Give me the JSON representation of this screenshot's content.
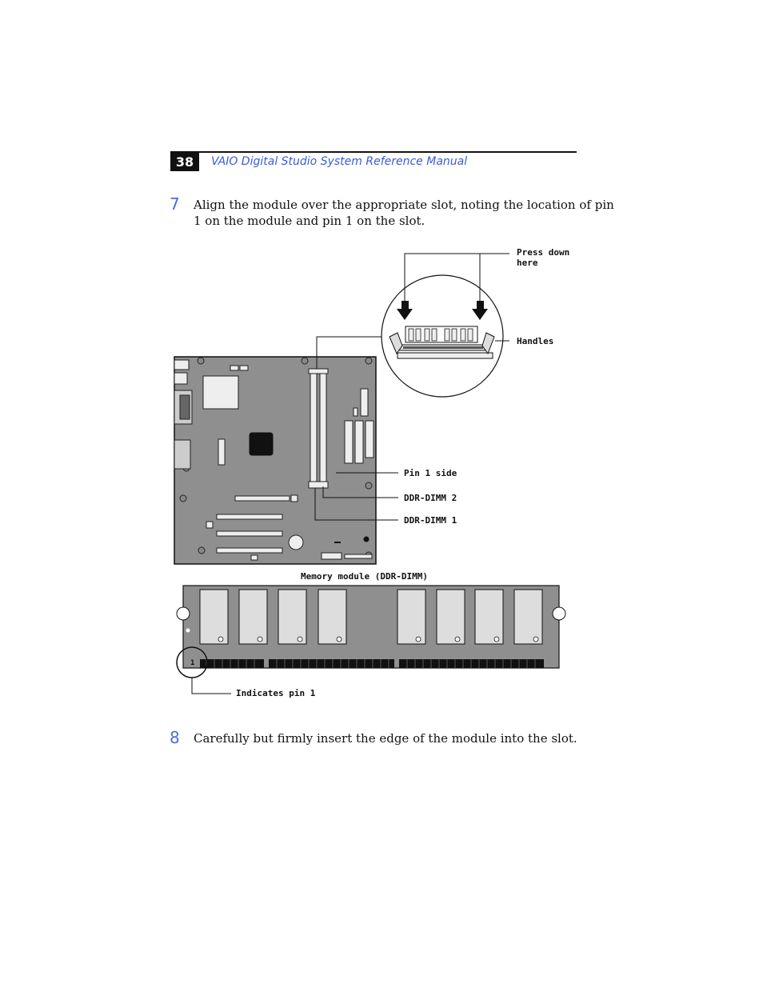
{
  "header": {
    "page_number": "38",
    "title": "VAIO Digital Studio System Reference Manual"
  },
  "steps": [
    {
      "number": "7",
      "text_line1": "Align the module over the appropriate slot, noting the location of pin",
      "text_line2": "1 on the module and pin 1 on the slot."
    },
    {
      "number": "8",
      "text": "Carefully but firmly insert the edge of the module into the slot."
    }
  ],
  "figure": {
    "labels": {
      "press_down_line1": "Press down",
      "press_down_line2": "here",
      "handles": "Handles",
      "pin1_side": "Pin 1 side",
      "ddr_dimm2": "DDR-DIMM 2",
      "ddr_dimm1": "DDR-DIMM 1",
      "memory_module": "Memory module (DDR-DIMM)",
      "pin1_marker": "1",
      "indicates_pin1": "Indicates pin 1"
    }
  }
}
